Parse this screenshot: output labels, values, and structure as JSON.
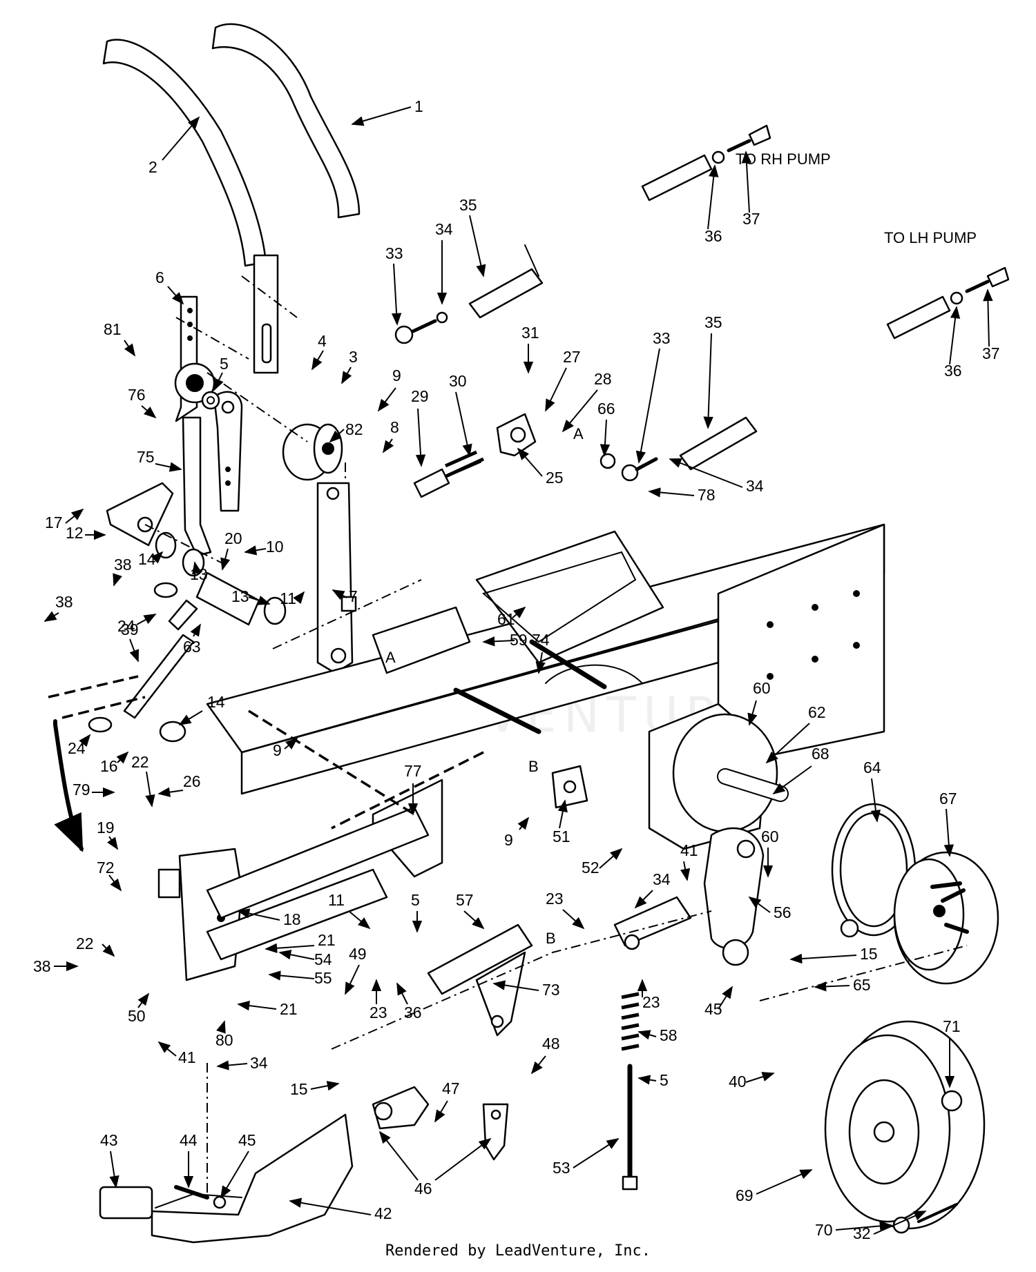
{
  "footer": "Rendered by LeadVenture, Inc.",
  "watermark": "LEADVENTURE",
  "notes": {
    "rh_pump": "TO RH PUMP",
    "lh_pump": "TO LH PUMP",
    "ref_a1": "A",
    "ref_a2": "A",
    "ref_b1": "B",
    "ref_b2": "B"
  },
  "callouts": [
    "1",
    "2",
    "6",
    "81",
    "4",
    "3",
    "5",
    "76",
    "82",
    "75",
    "9",
    "8",
    "17",
    "12",
    "20",
    "10",
    "38",
    "14",
    "13",
    "11",
    "7",
    "13",
    "24",
    "63",
    "39",
    "38",
    "14",
    "24",
    "16",
    "22",
    "26",
    "9",
    "79",
    "19",
    "72",
    "18",
    "11",
    "5",
    "21",
    "22",
    "54",
    "38",
    "55",
    "49",
    "21",
    "23",
    "36",
    "50",
    "41",
    "80",
    "34",
    "15",
    "43",
    "44",
    "45",
    "42",
    "46",
    "47",
    "35",
    "34",
    "33",
    "31",
    "27",
    "28",
    "29",
    "30",
    "25",
    "66",
    "33",
    "35",
    "78",
    "34",
    "61",
    "59",
    "74",
    "77",
    "60",
    "62",
    "68",
    "64",
    "67",
    "36",
    "37",
    "36",
    "37",
    "51",
    "9",
    "52",
    "23",
    "57",
    "73",
    "48",
    "41",
    "34",
    "60",
    "56",
    "15",
    "23",
    "65",
    "45",
    "58",
    "5",
    "40",
    "53",
    "71",
    "69",
    "70",
    "32"
  ]
}
